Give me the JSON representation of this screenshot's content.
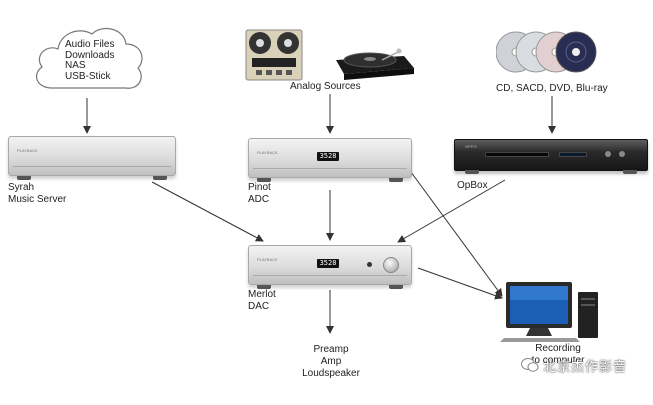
{
  "cloud": {
    "lines": [
      "Audio Files",
      "Downloads",
      "NAS",
      "USB-Stick"
    ]
  },
  "sources": {
    "analog": "Analog Sources",
    "discs": "CD, SACD, DVD, Blu-ray"
  },
  "devices": {
    "syrah": {
      "name": "Syrah",
      "sub": "Music Server",
      "brand": "PLAYBACK"
    },
    "pinot": {
      "name": "Pinot",
      "sub": "ADC",
      "brand": "PLAYBACK",
      "display": "3528"
    },
    "opbox": {
      "name": "OpBox",
      "brand": "OPPO"
    },
    "merlot": {
      "name": "Merlot",
      "sub": "DAC",
      "brand": "PLAYBACK",
      "display": "3528"
    }
  },
  "outputs": {
    "chain": [
      "Preamp",
      "Amp",
      "Loudspeaker"
    ],
    "recording": [
      "Recording",
      "to computer"
    ]
  },
  "watermark": "北京杰作影音",
  "colors": {
    "arrow": "#333333",
    "silver": "#d6d6d6",
    "opbox": "#1e1e1e",
    "screen": "#1a5fb4"
  }
}
